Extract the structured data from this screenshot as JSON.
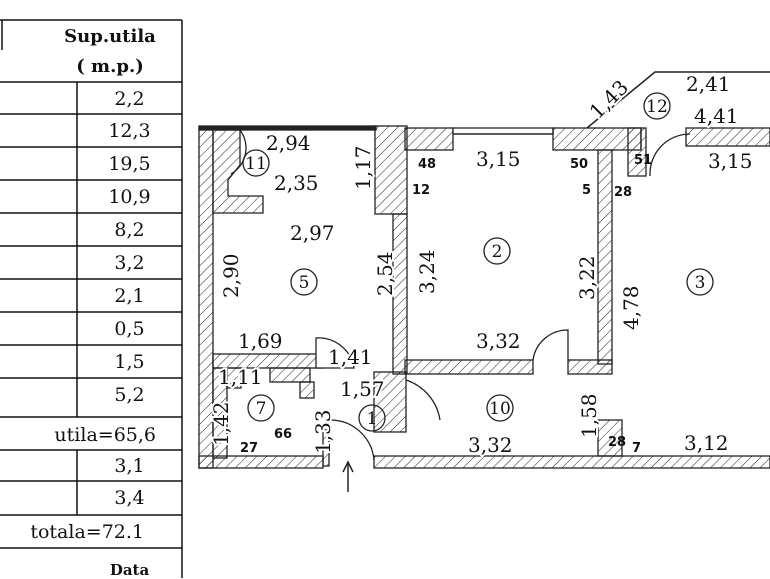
{
  "table": {
    "header_line1": "Sup.utila",
    "header_line2": "( m.p.)",
    "values": [
      "2,2",
      "12,3",
      "19,5",
      "10,9",
      "8,2",
      "3,2",
      "2,1",
      "0,5",
      "1,5",
      "5,2"
    ],
    "total_utila": "utila=65,6",
    "extra_values": [
      "3,1",
      "3,4"
    ],
    "total_totala": "totala=72.1",
    "footer": "Data"
  },
  "plan": {
    "room_numbers": [
      "11",
      "5",
      "2",
      "3",
      "10",
      "7",
      "1",
      "12"
    ],
    "dimensions": [
      "2,94",
      "1,17",
      "2,35",
      "2,97",
      "2,90",
      "2,54",
      "3,24",
      "3,15",
      "3,22",
      "4,78",
      "3,15",
      "2,41",
      "4,41",
      "1,43",
      "1,69",
      "1,41",
      "1,57",
      "1,11",
      "1,42",
      "1,33",
      "3,32",
      "3,32",
      "1,58",
      "3,12"
    ],
    "small_labels": [
      "48",
      "12",
      "50",
      "5",
      "28",
      "51",
      "27",
      "66",
      "28",
      "7"
    ]
  }
}
